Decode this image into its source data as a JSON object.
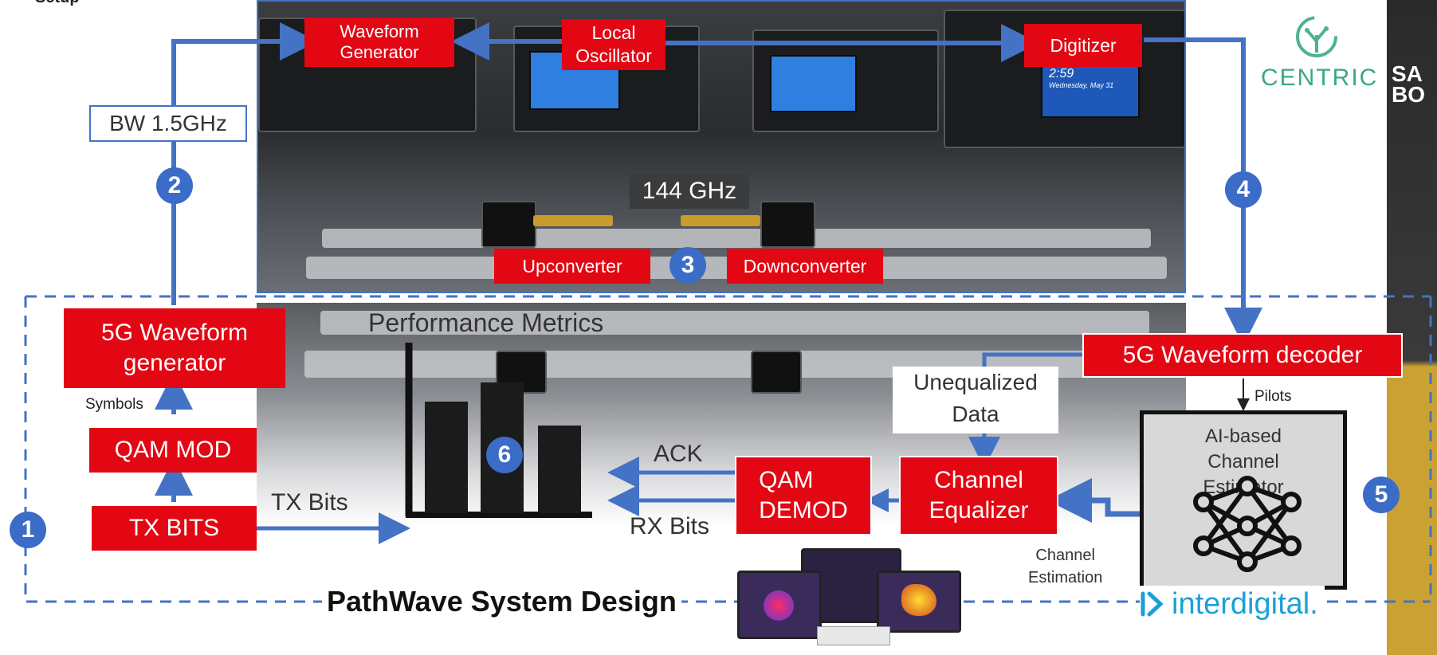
{
  "header": {
    "corner_text": "Setup"
  },
  "hardware": {
    "waveform_generator": "Waveform\nGenerator",
    "local_oscillator": "Local\nOscillator",
    "digitizer": "Digitizer",
    "frequency": "144 GHz",
    "upconverter": "Upconverter",
    "downconverter": "Downconverter",
    "screen_time": "2:59",
    "screen_date": "Wednesday, May 31"
  },
  "bandwidth": "BW 1.5GHz",
  "steps": [
    "1",
    "2",
    "3",
    "4",
    "5",
    "6"
  ],
  "software_chain": {
    "waveform_generator_5g": "5G Waveform\ngenerator",
    "symbols": "Symbols",
    "qam_mod": "QAM MOD",
    "tx_bits_box": "TX BITS",
    "tx_bits": "TX Bits",
    "performance_metrics": "Performance Metrics",
    "ack": "ACK",
    "rx_bits": "RX Bits",
    "qam_demod": "QAM\nDEMOD",
    "channel_equalizer": "Channel\nEqualizer",
    "unequalized_data": "Unequalized\nData",
    "waveform_decoder_5g": "5G Waveform decoder",
    "pilots": "Pilots",
    "ai_estimator": "AI-based\nChannel\nEstimator",
    "channel_estimation": "Channel\nEstimation"
  },
  "footer": {
    "system_design": "PathWave System Design"
  },
  "logos": {
    "centric": "CENTRIC",
    "interdigital": "interdigital.",
    "right_partial": "SA\nBO"
  },
  "colors": {
    "accent_red": "#e30613",
    "accent_blue": "#4472c4",
    "step_blue": "#3a6cc8",
    "gold": "#c9a233"
  }
}
